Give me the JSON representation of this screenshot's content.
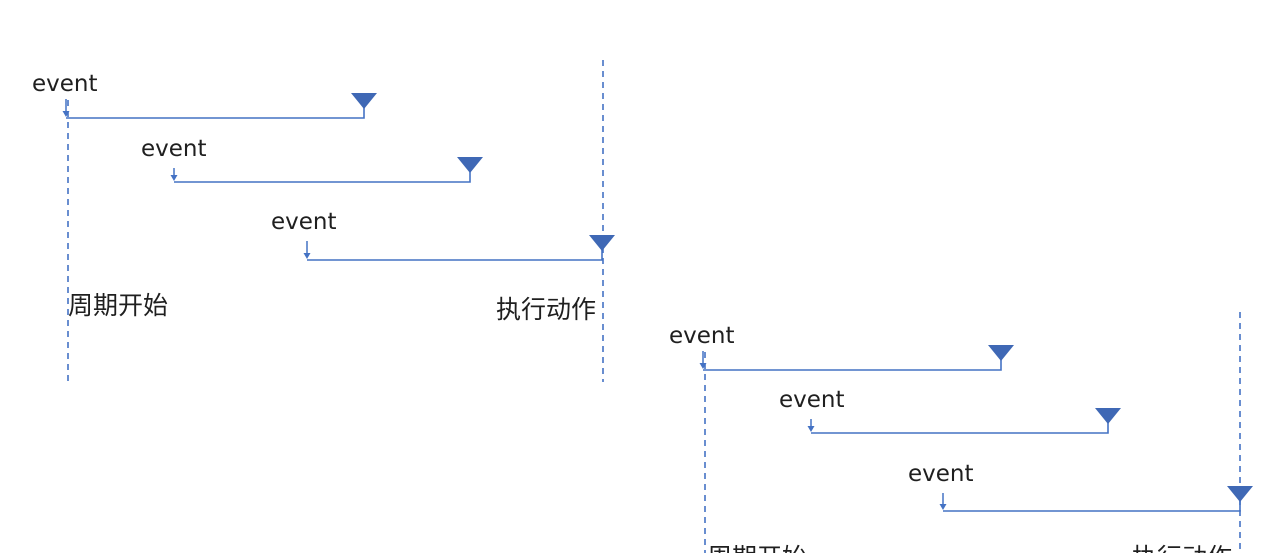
{
  "colors": {
    "line": "#4472c4",
    "marker": "#3f68b5",
    "text": "#1f1f1f"
  },
  "diagrams": [
    {
      "events": [
        {
          "label": "event"
        },
        {
          "label": "event"
        },
        {
          "label": "event"
        }
      ],
      "start_label": "周期开始",
      "action_label": "执行动作"
    },
    {
      "events": [
        {
          "label": "event"
        },
        {
          "label": "event"
        },
        {
          "label": "event"
        }
      ],
      "start_label": "周期开始",
      "action_label": "执行动作"
    }
  ]
}
